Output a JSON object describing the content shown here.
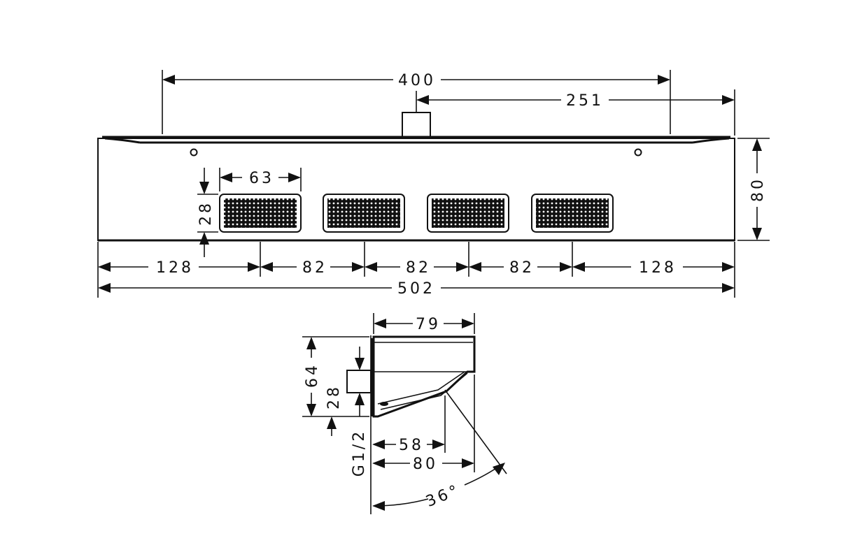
{
  "front_view": {
    "overall_width": "502",
    "mount_spacing": "400",
    "offset_to_inlet": "251",
    "height": "80",
    "jet_width": "63",
    "jet_height": "28",
    "edge_offset_left": "128",
    "pitch_1": "82",
    "pitch_2": "82",
    "pitch_3": "82",
    "edge_offset_right": "128"
  },
  "side_view": {
    "depth": "79",
    "height": "64",
    "inlet_height": "28",
    "thread": "G1/2",
    "projection_outlet": "58",
    "projection_total": "80",
    "spray_angle": "36°"
  },
  "colors": {
    "line": "#111111",
    "background": "#ffffff"
  }
}
